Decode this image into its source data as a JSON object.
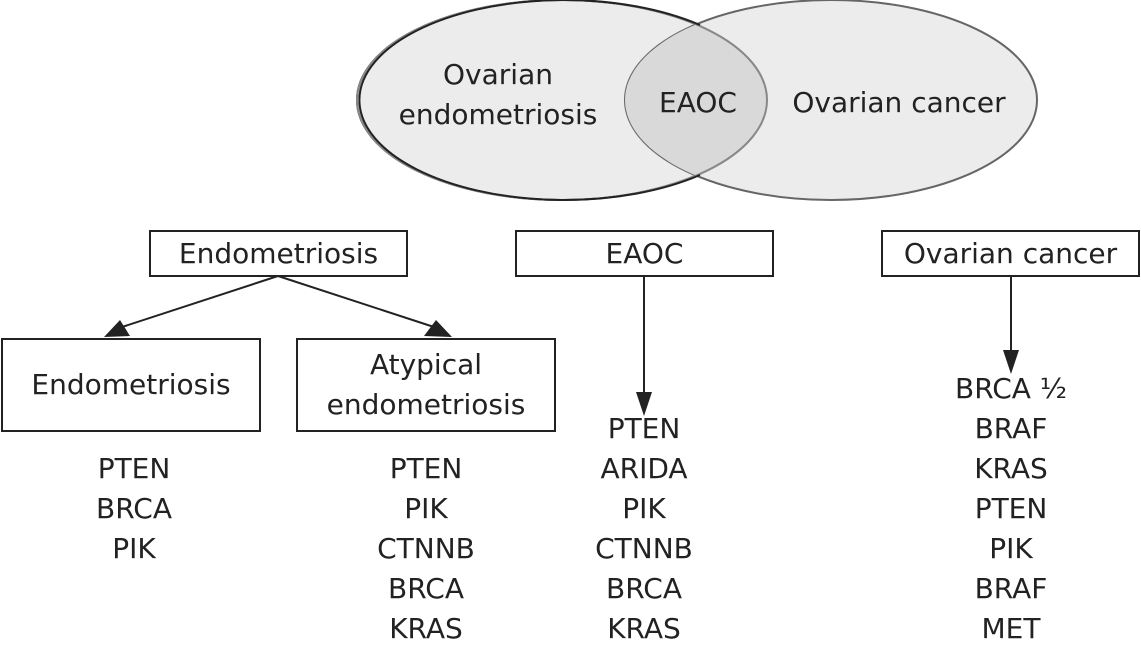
{
  "venn": {
    "left_label_line1": "Ovarian",
    "left_label_line2": "endometriosis",
    "overlap_label": "EAOC",
    "right_label": "Ovarian cancer"
  },
  "boxes": {
    "top_endometriosis": "Endometriosis",
    "top_eaoc": "EAOC",
    "top_ovarian_cancer": "Ovarian cancer",
    "sub_endometriosis": "Endometriosis",
    "sub_atypical_line1": "Atypical",
    "sub_atypical_line2": "endometriosis"
  },
  "genes": {
    "endometriosis": [
      "PTEN",
      "BRCA",
      "PIK"
    ],
    "atypical_endometriosis": [
      "PTEN",
      "PIK",
      "CTNNB",
      "BRCA",
      "KRAS"
    ],
    "eaoc": [
      "PTEN",
      "ARIDA",
      "PIK",
      "CTNNB",
      "BRCA",
      "KRAS"
    ],
    "ovarian_cancer": [
      "BRCA ½",
      "BRAF",
      "KRAS",
      "PTEN",
      "PIK",
      "BRAF",
      "MET"
    ]
  },
  "colors": {
    "stroke": "#222222",
    "ellipse_fill": "#ececec",
    "overlap_fill": "#d9d9d9",
    "right_ellipse_stroke": "#666666"
  }
}
